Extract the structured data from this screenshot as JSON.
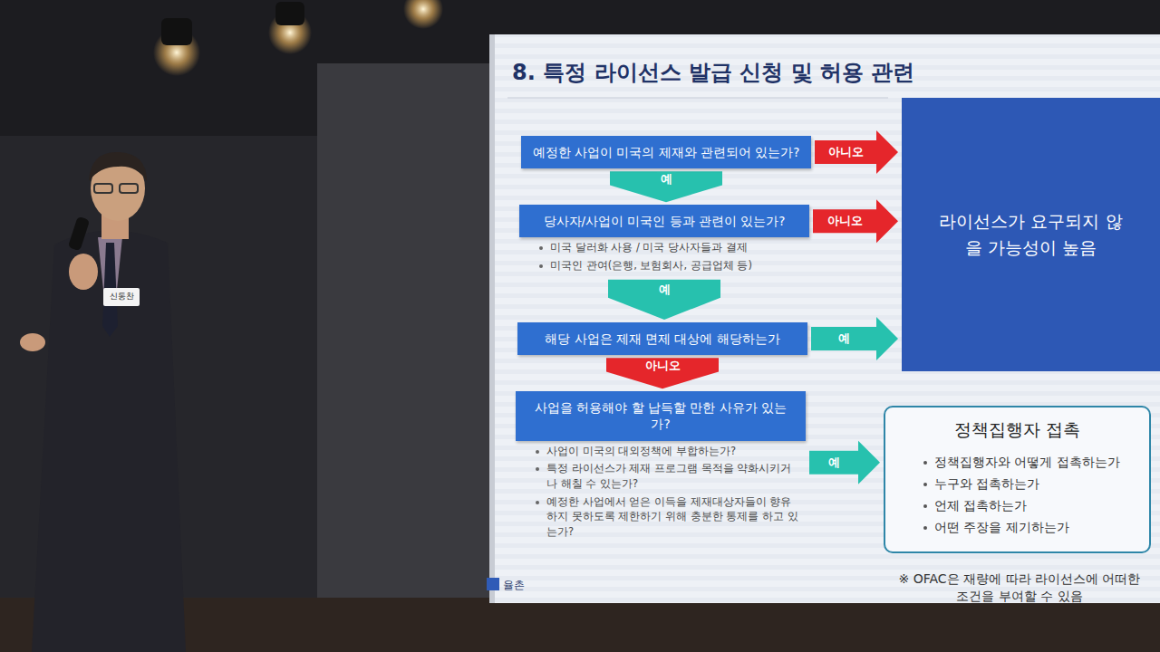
{
  "diagram": {
    "title": "8. 특정 라이선스 발급 신청 및 허용 관련",
    "nodes": [
      {
        "text": [
          "예정한 사업이 미국의 제재와 관련되어 있는가?"
        ]
      },
      {
        "text": [
          "당사자/사업이 미국인 등과 관련이 있는가?",
          "미국 달러화 사용 / 미국 당사자들과 결제",
          "미국인 관여(은행, 보험회사, 공급업체 등)"
        ]
      },
      {
        "text": [
          "해당 사업은 제재 면제 대상에 해당하는가"
        ]
      },
      {
        "text": [
          "사업을 허용해야 할 납득할 만한 사유가 있는가?",
          "사업이 미국의 대외정책에 부합하는가?",
          "특정 라이선스가 제재 프로그램 목적을 약화시키거나 해칠 수 있는가?",
          "예정한 사업에서 얻은 이득을 제재대상자들이 향유하지 못하도록 제한하기 위해 충분한 통제를 하고 있는가?"
        ]
      },
      {
        "text": [
          "라이선스가 요구되지 않을 가능성이 높음"
        ]
      },
      {
        "text": [
          "정책집행자 접촉",
          "정책집행자와 어떻게 접촉하는가",
          "누구와 접촉하는가",
          "언제 접촉하는가",
          "어떤 주장을 제기하는가"
        ]
      }
    ],
    "edges": [
      {
        "from": 0,
        "to": 4,
        "label": "아니오",
        "arrow": "to"
      },
      {
        "from": 0,
        "to": 1,
        "label": "예",
        "arrow": "to"
      },
      {
        "from": 1,
        "to": 4,
        "label": "아니오",
        "arrow": "to"
      },
      {
        "from": 1,
        "to": 2,
        "label": "예",
        "arrow": "to"
      },
      {
        "from": 2,
        "to": 4,
        "label": "예",
        "arrow": "to"
      },
      {
        "from": 2,
        "to": 3,
        "label": "아니오",
        "arrow": "to"
      },
      {
        "from": 3,
        "to": 5,
        "label": "예",
        "arrow": "to"
      }
    ],
    "labels": [
      "※ OFAC은 재량에 따라 라이선스에 어떠한 조건을 부여할 수 있음",
      "율촌",
      "신동찬"
    ]
  }
}
